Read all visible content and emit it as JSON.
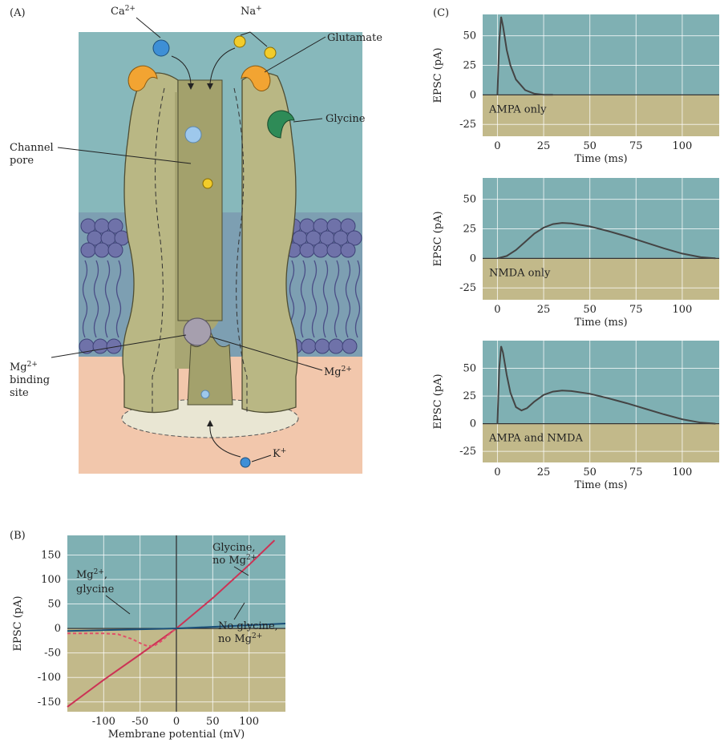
{
  "panel_a": {
    "label": "(A)",
    "ca": "Ca",
    "ca_sup": "2+",
    "na": "Na",
    "na_sup": "+",
    "glutamate": "Glutamate",
    "glycine": "Glycine",
    "channel_pore_1": "Channel",
    "channel_pore_2": "pore",
    "mg_binding_1": "Mg",
    "mg_binding_sup": "2+",
    "mg_binding_2": "binding",
    "mg_binding_3": "site",
    "mg_right": "Mg",
    "mg_right_sup": "2+",
    "k": "K",
    "k_sup": "+"
  },
  "chart_data": [
    {
      "panel": "(B)",
      "type": "line",
      "xlabel": "Membrane potential (mV)",
      "ylabel": "EPSC (pA)",
      "xlim": [
        -150,
        150
      ],
      "ylim": [
        -170,
        190
      ],
      "xticks": [
        -100,
        -50,
        0,
        50,
        100
      ],
      "yticks": [
        150,
        100,
        50,
        0,
        -50,
        -100,
        -150
      ],
      "colors": {
        "positive_bg": "#7fb0b3",
        "negative_bg": "#c2b98a"
      },
      "series": [
        {
          "key": "glycine_no_mg",
          "color": "#cc3355",
          "dash": false,
          "x": [
            -150,
            -100,
            -50,
            0,
            50,
            100,
            135
          ],
          "y": [
            -160,
            -105,
            -53,
            0,
            62,
            130,
            180
          ]
        },
        {
          "key": "mg_glycine",
          "color": "#e0506a",
          "dash": true,
          "x": [
            -150,
            -100,
            -80,
            -60,
            -50,
            -40,
            -30,
            -20,
            -10,
            0
          ],
          "y": [
            -10,
            -10,
            -12,
            -22,
            -30,
            -36,
            -35,
            -25,
            -12,
            0
          ]
        },
        {
          "key": "no_glycine",
          "color": "#1a4f78",
          "dash": false,
          "x": [
            -150,
            0,
            150
          ],
          "y": [
            -5,
            0,
            10
          ]
        }
      ],
      "annotations": {
        "glycine_1": "Glycine,",
        "glycine_2": "no Mg",
        "glycine_sup": "2+",
        "mg_1": "Mg",
        "mg_1_sup": "2+",
        "mg_1_tail": ",",
        "mg_2": "glycine",
        "noglycine_1": "No glycine,",
        "noglycine_2": "no Mg",
        "noglycine_sup": "2+"
      }
    },
    {
      "panel": "(C)",
      "type": "line",
      "label": "AMPA only",
      "xlabel": "Time (ms)",
      "ylabel": "EPSC (pA)",
      "xlim": [
        -8,
        120
      ],
      "ylim": [
        -35,
        68
      ],
      "xticks": [
        0,
        25,
        50,
        75,
        100
      ],
      "yticks": [
        50,
        25,
        0,
        -25
      ],
      "x": [
        0,
        1,
        2,
        3,
        5,
        7,
        10,
        15,
        20,
        25,
        30
      ],
      "y": [
        0,
        45,
        66,
        58,
        38,
        25,
        13,
        4,
        1,
        0,
        0
      ]
    },
    {
      "panel": "",
      "type": "line",
      "label": "NMDA only",
      "xlabel": "Time (ms)",
      "ylabel": "EPSC (pA)",
      "xlim": [
        -8,
        120
      ],
      "ylim": [
        -35,
        68
      ],
      "xticks": [
        0,
        25,
        50,
        75,
        100
      ],
      "yticks": [
        50,
        25,
        0,
        -25
      ],
      "x": [
        0,
        5,
        10,
        15,
        20,
        25,
        30,
        35,
        40,
        50,
        60,
        70,
        80,
        90,
        100,
        110,
        118
      ],
      "y": [
        0,
        2,
        7,
        14,
        21,
        26,
        29,
        30,
        29.5,
        27,
        23,
        18.5,
        13.5,
        8.5,
        4,
        1,
        0
      ]
    },
    {
      "panel": "",
      "type": "line",
      "label": "AMPA and NMDA",
      "xlabel": "Time (ms)",
      "ylabel": "EPSC (pA)",
      "xlim": [
        -8,
        120
      ],
      "ylim": [
        -35,
        75
      ],
      "xticks": [
        0,
        25,
        50,
        75,
        100
      ],
      "yticks": [
        50,
        25,
        0,
        -25
      ],
      "x": [
        0,
        1,
        2,
        3,
        5,
        7,
        10,
        13,
        16,
        20,
        25,
        30,
        35,
        40,
        50,
        60,
        70,
        80,
        90,
        100,
        110,
        118
      ],
      "y": [
        0,
        50,
        70,
        64,
        44,
        28,
        15,
        12,
        14,
        20,
        26,
        29,
        30,
        29.5,
        27,
        23,
        18.5,
        13.5,
        8.5,
        4,
        1,
        0
      ]
    }
  ]
}
